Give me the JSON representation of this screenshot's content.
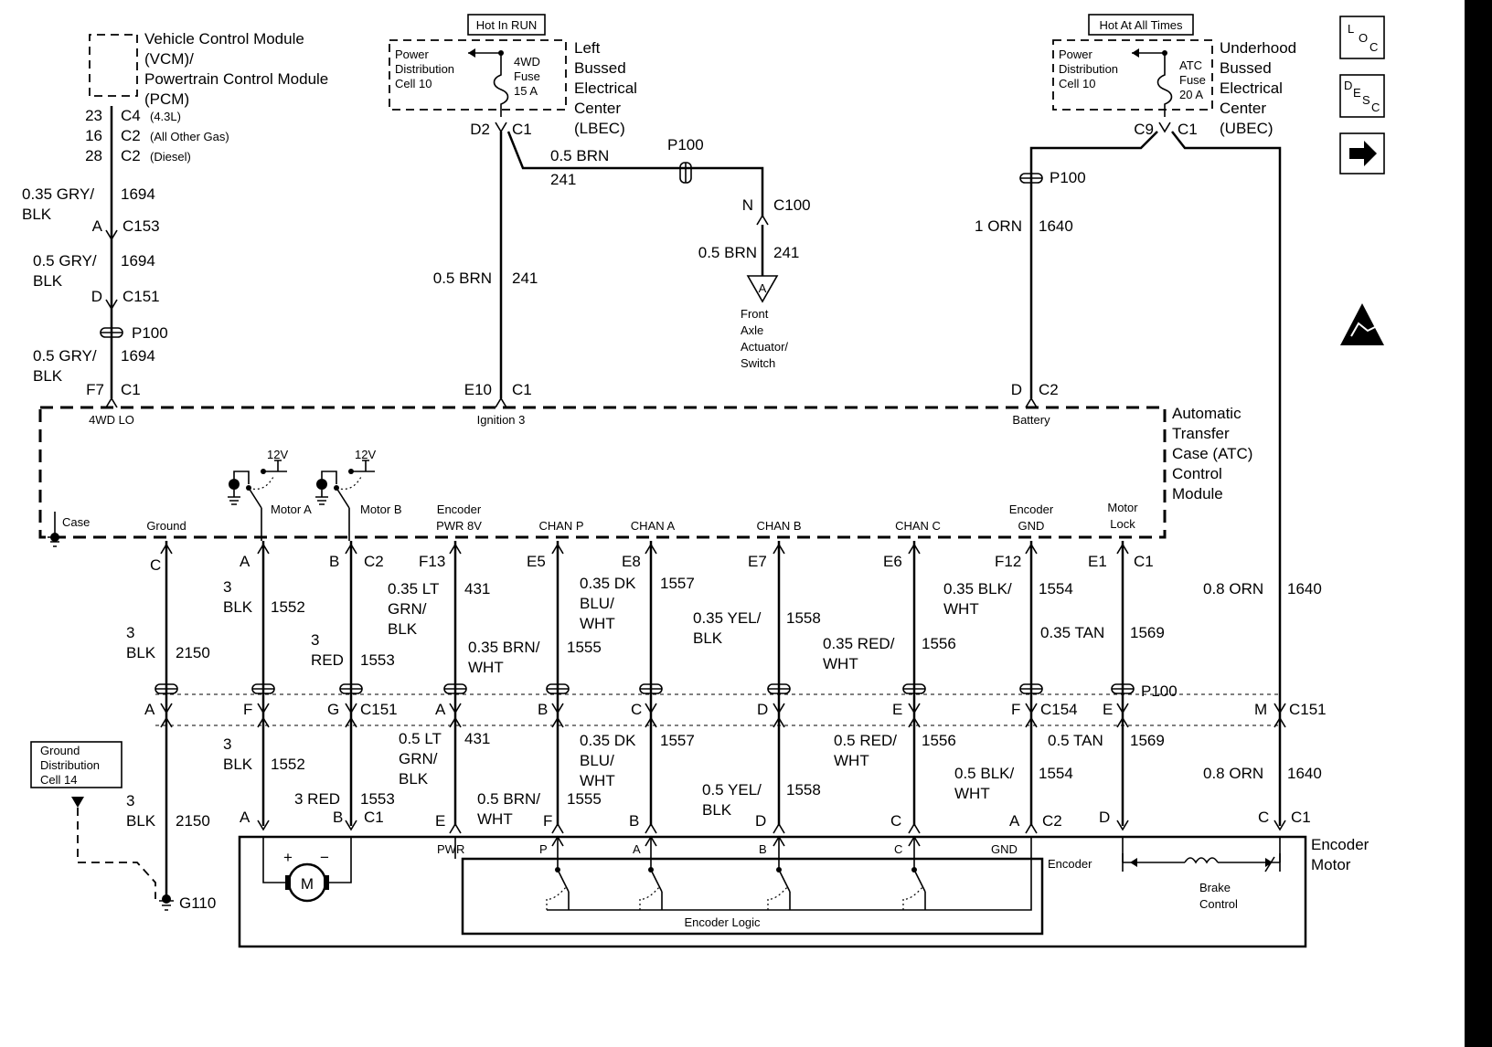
{
  "top_labels": {
    "hot_in_run": "Hot In RUN",
    "hot_at_all_times": "Hot At All Times"
  },
  "vcm": {
    "line1": "Vehicle Control Module",
    "line2": "(VCM)/",
    "line3": "Powertrain Control Module",
    "line4": "(PCM)",
    "pins": [
      {
        "pin": "23",
        "conn": "C4",
        "note": "(4.3L)"
      },
      {
        "pin": "16",
        "conn": "C2",
        "note": "(All Other Gas)"
      },
      {
        "pin": "28",
        "conn": "C2",
        "note": "(Diesel)"
      }
    ]
  },
  "lbec": {
    "pdc": [
      "Power",
      "Distribution",
      "Cell 10"
    ],
    "fuse": [
      "4WD",
      "Fuse",
      "15 A"
    ],
    "name": [
      "Left",
      "Bussed",
      "Electrical",
      "Center",
      "(LBEC)"
    ],
    "pin": "D2",
    "conn": "C1"
  },
  "ubec": {
    "pdc": [
      "Power",
      "Distribution",
      "Cell 10"
    ],
    "fuse": [
      "ATC",
      "Fuse",
      "20 A"
    ],
    "name": [
      "Underhood",
      "Bussed",
      "Electrical",
      "Center",
      "(UBEC)"
    ],
    "pin": "C9",
    "conn": "C1"
  },
  "side_icons": {
    "loc": {
      "a": "L",
      "b": "O",
      "c": "C"
    },
    "desc": {
      "a": "D",
      "b": "E",
      "c": "S",
      "d": "C"
    },
    "next": "next-arrow"
  },
  "left_col": {
    "w1": {
      "color1": "0.35 GRY/",
      "color2": "BLK",
      "circuit": "1694"
    },
    "c153": {
      "pin": "A",
      "conn": "C153"
    },
    "w2": {
      "color1": "0.5 GRY/",
      "color2": "BLK",
      "circuit": "1694"
    },
    "c151": {
      "pin": "D",
      "conn": "C151"
    },
    "splice": "P100",
    "w3": {
      "color1": "0.5 GRY/",
      "color2": "BLK",
      "circuit": "1694"
    },
    "atc_pin": {
      "pin": "F7",
      "conn": "C1"
    }
  },
  "ign_col": {
    "w1": {
      "color": "0.5 BRN",
      "circuit": "241"
    },
    "w2": {
      "color": "0.5 BRN",
      "circuit": "241"
    },
    "splice": "P100",
    "c100": {
      "pin": "N",
      "conn": "C100"
    },
    "w3": {
      "color": "0.5 BRN",
      "circuit": "241"
    },
    "dest_letter": "A",
    "dest": [
      "Front",
      "Axle",
      "Actuator/",
      "Switch"
    ],
    "atc_pin": {
      "pin": "E10",
      "conn": "C1"
    }
  },
  "bat_col": {
    "splice": "P100",
    "w1": {
      "color": "1 ORN",
      "circuit": "1640"
    },
    "atc_pin": {
      "pin": "D",
      "conn": "C2"
    }
  },
  "atc": {
    "name": [
      "Automatic",
      "Transfer",
      "Case (ATC)",
      "Control",
      "Module"
    ],
    "top_labels": {
      "lo": "4WD LO",
      "ign": "Ignition 3",
      "bat": "Battery"
    },
    "supply": "12V",
    "case_label": "Case",
    "inner": {
      "ground": "Ground",
      "motor_a": "Motor A",
      "motor_b": "Motor B",
      "enc_pwr1": "Encoder",
      "enc_pwr2": "PWR 8V",
      "chan_p": "CHAN P",
      "chan_a": "CHAN A",
      "chan_b": "CHAN B",
      "chan_c": "CHAN C",
      "enc_gnd1": "Encoder",
      "enc_gnd2": "GND",
      "motor_lock1": "Motor",
      "motor_lock2": "Lock"
    },
    "pins": {
      "c": "C",
      "a": "A",
      "b": "B",
      "c2": "C2",
      "f13": "F13",
      "e5": "E5",
      "e8": "E8",
      "e7": "E7",
      "e6": "E6",
      "f12": "F12",
      "e1": "E1",
      "c1": "C1"
    }
  },
  "upper_wires": {
    "gnd": {
      "l1": "3",
      "l2": "BLK",
      "circuit": "2150"
    },
    "ma": {
      "l1": "3",
      "l2": "BLK",
      "circuit": "1552"
    },
    "mb": {
      "l1": "3",
      "l2": "RED",
      "circuit": "1553"
    },
    "pwr": {
      "l1": "0.35 LT",
      "l2": "GRN/",
      "l3": "BLK",
      "circuit": "431"
    },
    "p": {
      "l1": "0.35 BRN/",
      "l2": "WHT",
      "circuit": "1555"
    },
    "a": {
      "l1": "0.35 DK",
      "l2": "BLU/",
      "l3": "WHT",
      "circuit": "1557"
    },
    "b": {
      "l1": "0.35 YEL/",
      "l2": "BLK",
      "circuit": "1558"
    },
    "c": {
      "l1": "0.35 RED/",
      "l2": "WHT",
      "circuit": "1556"
    },
    "g": {
      "l1": "0.35 BLK/",
      "l2": "WHT",
      "circuit": "1554"
    },
    "lock": {
      "l1": "0.35 TAN",
      "circuit": "1569"
    },
    "orn": {
      "l1": "0.8 ORN",
      "circuit": "1640"
    }
  },
  "mid_conn": {
    "c151_pins": {
      "a": "A",
      "f": "F",
      "g": "G"
    },
    "c151_label": "C151",
    "c154_pins": {
      "a": "A",
      "b": "B",
      "c": "C",
      "d": "D",
      "e": "E",
      "f": "F"
    },
    "c154_label": "C154",
    "p100_pin": "E",
    "p100_label": "P100",
    "c151b_pin": "M",
    "c151b_label": "C151"
  },
  "lower_wires": {
    "gnd": {
      "l1": "3",
      "l2": "BLK",
      "circuit": "2150"
    },
    "ma": {
      "l1": "3",
      "l2": "BLK",
      "circuit": "1552"
    },
    "mb": {
      "l1": "3 RED",
      "circuit": "1553"
    },
    "pwr": {
      "l1": "0.5 LT",
      "l2": "GRN/",
      "l3": "BLK",
      "circuit": "431"
    },
    "p": {
      "l1": "0.5 BRN/",
      "l2": "WHT",
      "circuit": "1555"
    },
    "a": {
      "l1": "0.35 DK",
      "l2": "BLU/",
      "l3": "WHT",
      "circuit": "1557"
    },
    "b": {
      "l1": "0.5 YEL/",
      "l2": "BLK",
      "circuit": "1558"
    },
    "c": {
      "l1": "0.5 RED/",
      "l2": "WHT",
      "circuit": "1556"
    },
    "g": {
      "l1": "0.5 BLK/",
      "l2": "WHT",
      "circuit": "1554"
    },
    "lock": {
      "l1": "0.5 TAN",
      "circuit": "1569"
    },
    "orn": {
      "l1": "0.8 ORN",
      "circuit": "1640"
    }
  },
  "bottom_pins": {
    "motor_a": "A",
    "motor_b": "B",
    "motor_conn": "C1",
    "pwr": "E",
    "p": "F",
    "a": "B",
    "b": "D",
    "c": "C",
    "g": "A",
    "enc_conn": "C2",
    "lock": "D",
    "orn": "C",
    "brake_conn": "C1"
  },
  "ground_dist": [
    "Ground",
    "Distribution",
    "Cell 14"
  ],
  "g110": "G110",
  "encoder_motor": {
    "name": [
      "Encoder",
      "Motor"
    ],
    "motor": "M",
    "plus": "+",
    "minus": "−",
    "encoder_label": "Encoder",
    "encoder_logic": "Encoder Logic",
    "brake_control": [
      "Brake",
      "Control"
    ],
    "enc_pins": {
      "pwr": "PWR",
      "p": "P",
      "a": "A",
      "b": "B",
      "c": "C",
      "gnd": "GND"
    }
  }
}
